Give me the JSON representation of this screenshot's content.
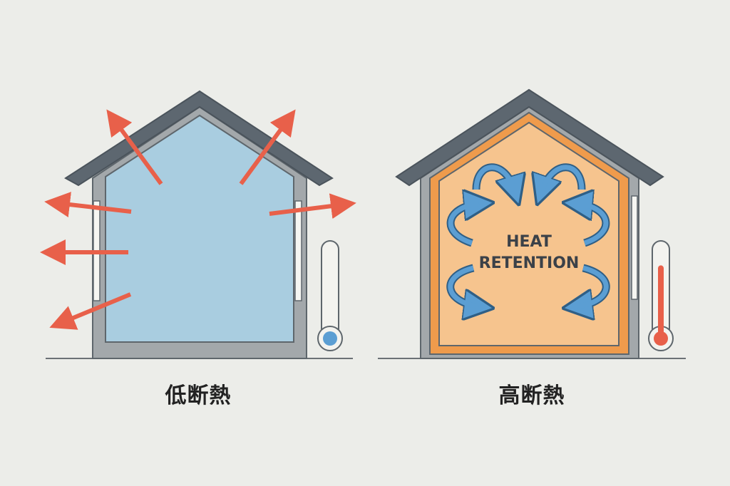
{
  "colors": {
    "background": "#ecede9",
    "roof": "#5d6770",
    "wall": "#a3a8ab",
    "wall_stroke": "#5e666c",
    "cold_interior": "#a9cde0",
    "warm_interior": "#f6c48e",
    "insulation": "#ef9b4c",
    "heat_loss_arrow": "#e8604a",
    "circulation_arrow": "#5b9ed3",
    "thermometer_cold": "#5b9ed3",
    "thermometer_hot": "#e8604a"
  },
  "left_house": {
    "caption": "低断熱",
    "thermometer_level": 0.0,
    "icons": [
      "heat-loss-arrow-icon",
      "thermometer-icon"
    ]
  },
  "right_house": {
    "caption": "高断熱",
    "label_line1": "HEAT",
    "label_line2": "RETENTION",
    "thermometer_level": 0.8,
    "icons": [
      "circulation-arrow-icon",
      "thermometer-icon"
    ]
  }
}
